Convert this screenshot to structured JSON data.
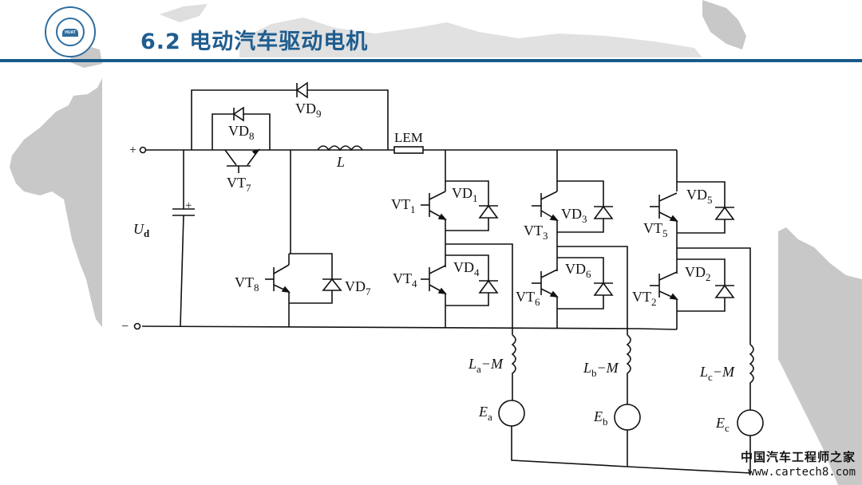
{
  "slide": {
    "title": "6.2  电动汽车驱动电机",
    "logo_badge": "HUAT",
    "accent_color": "#185a8a",
    "title_color": "#1f5d8f",
    "map_color": "#c8c8c8"
  },
  "diagram": {
    "terminals": {
      "positive": "+",
      "negative": "−"
    },
    "dc_source": {
      "label": "U",
      "sub": "d",
      "cap_polarity": "+"
    },
    "inductor": {
      "label": "L"
    },
    "sensor": {
      "label": "LEM"
    },
    "switches": [
      {
        "name": "VT",
        "sub": "7"
      },
      {
        "name": "VT",
        "sub": "8"
      },
      {
        "name": "VT",
        "sub": "1"
      },
      {
        "name": "VT",
        "sub": "4"
      },
      {
        "name": "VT",
        "sub": "3"
      },
      {
        "name": "VT",
        "sub": "6"
      },
      {
        "name": "VT",
        "sub": "5"
      },
      {
        "name": "VT",
        "sub": "2"
      }
    ],
    "diodes": [
      {
        "name": "VD",
        "sub": "9"
      },
      {
        "name": "VD",
        "sub": "8"
      },
      {
        "name": "VD",
        "sub": "7"
      },
      {
        "name": "VD",
        "sub": "1"
      },
      {
        "name": "VD",
        "sub": "4"
      },
      {
        "name": "VD",
        "sub": "3"
      },
      {
        "name": "VD",
        "sub": "6"
      },
      {
        "name": "VD",
        "sub": "5"
      },
      {
        "name": "VD",
        "sub": "2"
      }
    ],
    "phases": [
      {
        "inductance": "L",
        "sub": "a",
        "suffix": "−M",
        "emf": "E",
        "emf_sub": "a"
      },
      {
        "inductance": "L",
        "sub": "b",
        "suffix": "−M",
        "emf": "E",
        "emf_sub": "b"
      },
      {
        "inductance": "L",
        "sub": "c",
        "suffix": "−M",
        "emf": "E",
        "emf_sub": "c"
      }
    ]
  },
  "watermark": {
    "cn": "中国汽车工程师之家",
    "url": "www.cartech8.com"
  }
}
